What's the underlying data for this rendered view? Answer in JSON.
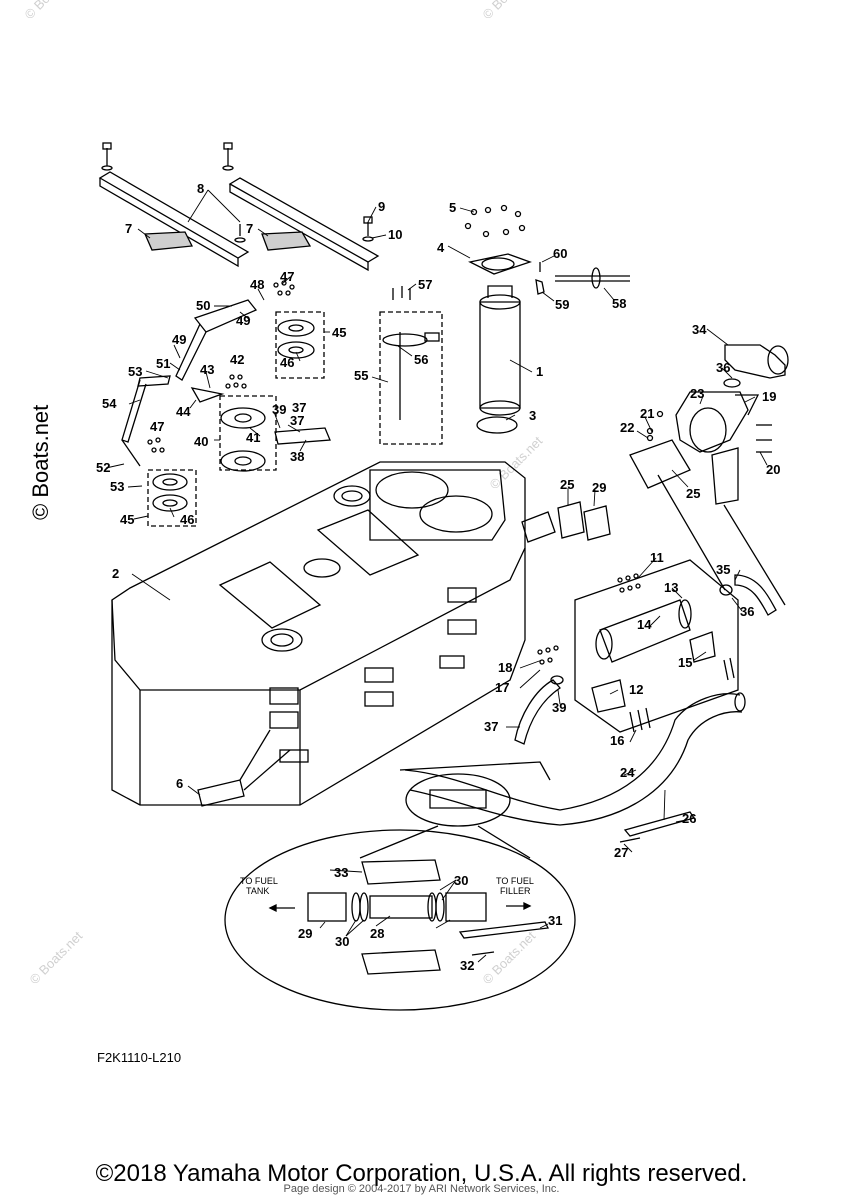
{
  "diagram": {
    "part_numbers": [
      "1",
      "2",
      "3",
      "4",
      "5",
      "6",
      "7",
      "7",
      "8",
      "9",
      "10",
      "11",
      "12",
      "13",
      "14",
      "15",
      "16",
      "17",
      "18",
      "19",
      "20",
      "21",
      "22",
      "23",
      "24",
      "25",
      "25",
      "26",
      "27",
      "28",
      "29",
      "29",
      "30",
      "30",
      "31",
      "32",
      "33",
      "34",
      "35",
      "36",
      "36",
      "37",
      "37",
      "37",
      "38",
      "39",
      "39",
      "40",
      "41",
      "42",
      "43",
      "44",
      "45",
      "45",
      "46",
      "46",
      "47",
      "47",
      "48",
      "49",
      "49",
      "50",
      "51",
      "52",
      "53",
      "53",
      "54",
      "55",
      "56",
      "57",
      "58",
      "59",
      "60"
    ],
    "callouts": {
      "to_fuel_tank": "TO FUEL\nTANK",
      "to_fuel_filler": "TO FUEL\nFILLER"
    },
    "watermark": "© Boats.net",
    "diagram_code": "F2K1110-L210"
  },
  "footer": {
    "copyright": "©2018 Yamaha Motor Corporation, U.S.A. All rights reserved.",
    "credit": "Page design © 2004-2017 by ARI Network Services, Inc."
  }
}
